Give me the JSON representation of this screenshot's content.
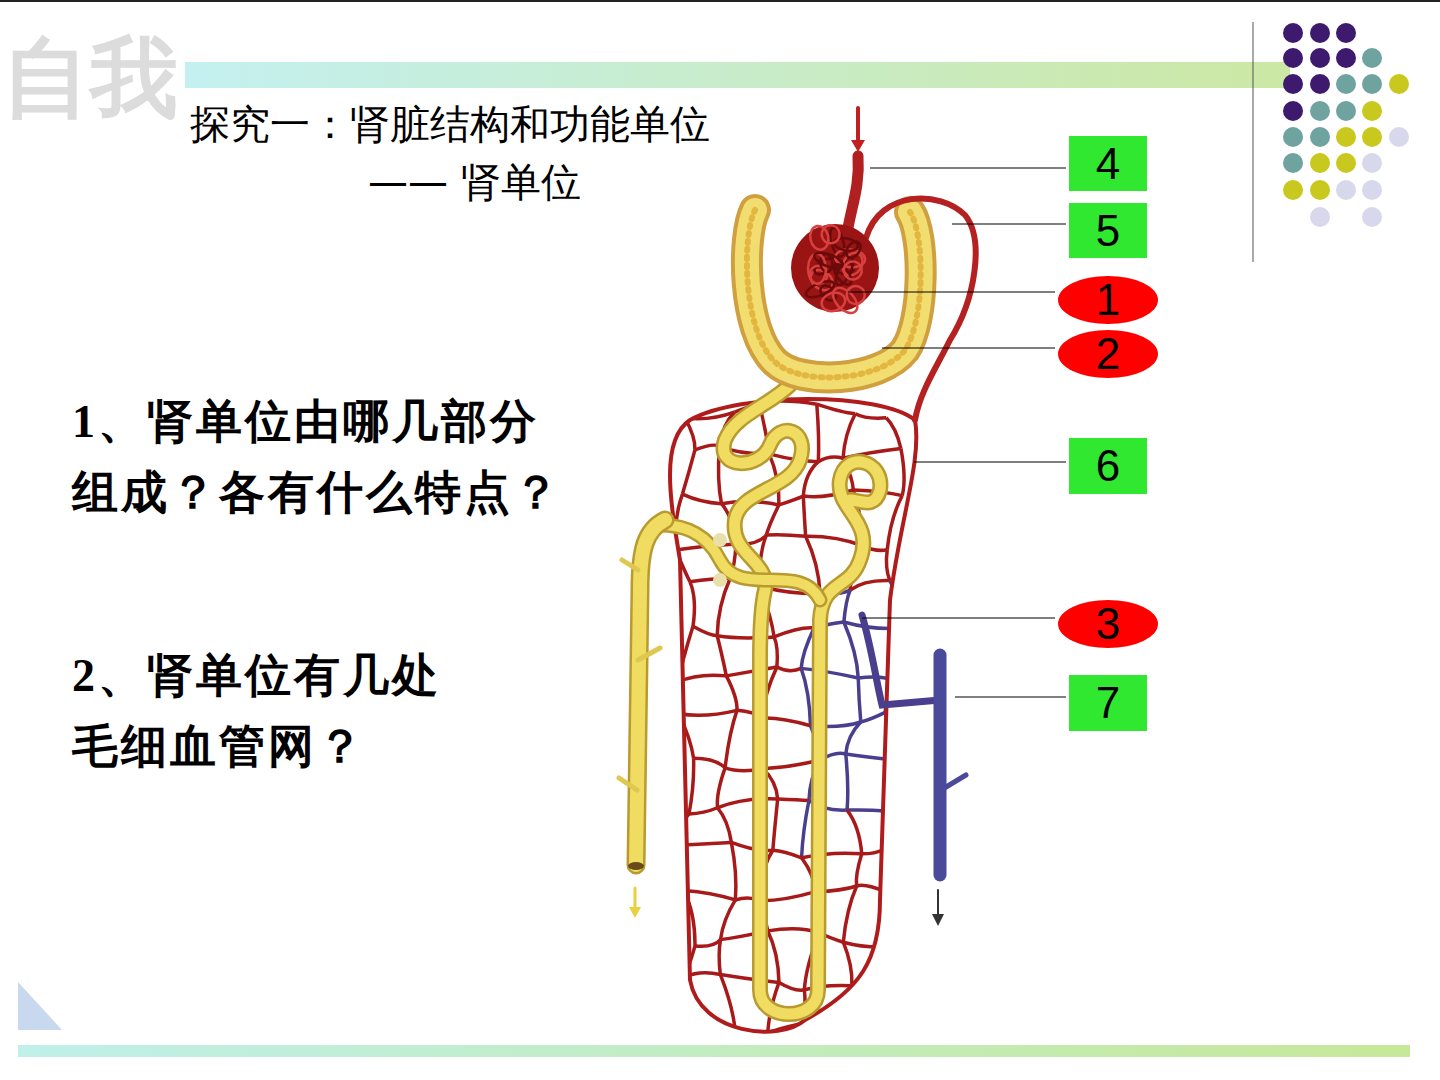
{
  "diagram": {
    "title": "探究一：肾脏结构和功能单位",
    "nodes": [
      {
        "text": [
          "4"
        ]
      },
      {
        "text": [
          "5"
        ]
      },
      {
        "text": [
          "1"
        ]
      },
      {
        "text": [
          "2"
        ]
      },
      {
        "text": [
          "6"
        ]
      },
      {
        "text": [
          "3"
        ]
      },
      {
        "text": [
          "7"
        ]
      }
    ],
    "labels": [
      "自我",
      "—— 肾单位",
      "1、肾单位由哪几部分组成？各有什么特点？",
      "2、肾单位有几处毛细血管网？"
    ]
  }
}
